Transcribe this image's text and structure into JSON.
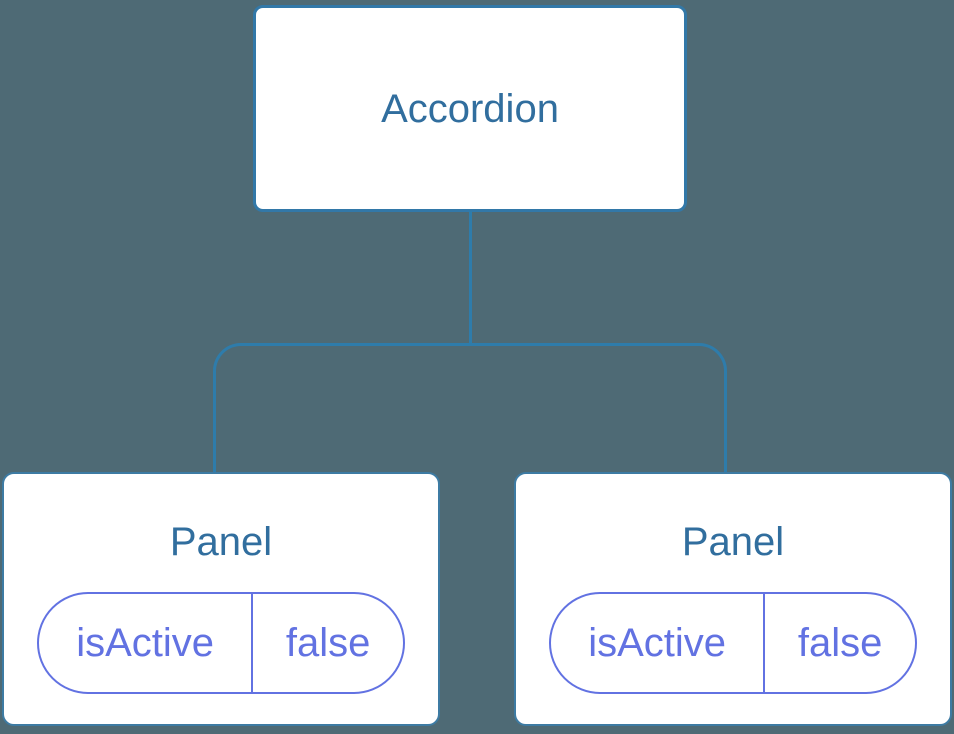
{
  "tree": {
    "root": {
      "label": "Accordion"
    },
    "children": [
      {
        "label": "Panel",
        "state": {
          "key": "isActive",
          "value": "false"
        }
      },
      {
        "label": "Panel",
        "state": {
          "key": "isActive",
          "value": "false"
        }
      }
    ]
  },
  "colors": {
    "background": "#4E6A75",
    "box_fill": "#FFFFFF",
    "box_border": "#3278A8",
    "panel_border": "#3D7BA3",
    "title_text": "#316E9E",
    "connector": "#2E7CAB",
    "state_accent": "#6272E2"
  }
}
